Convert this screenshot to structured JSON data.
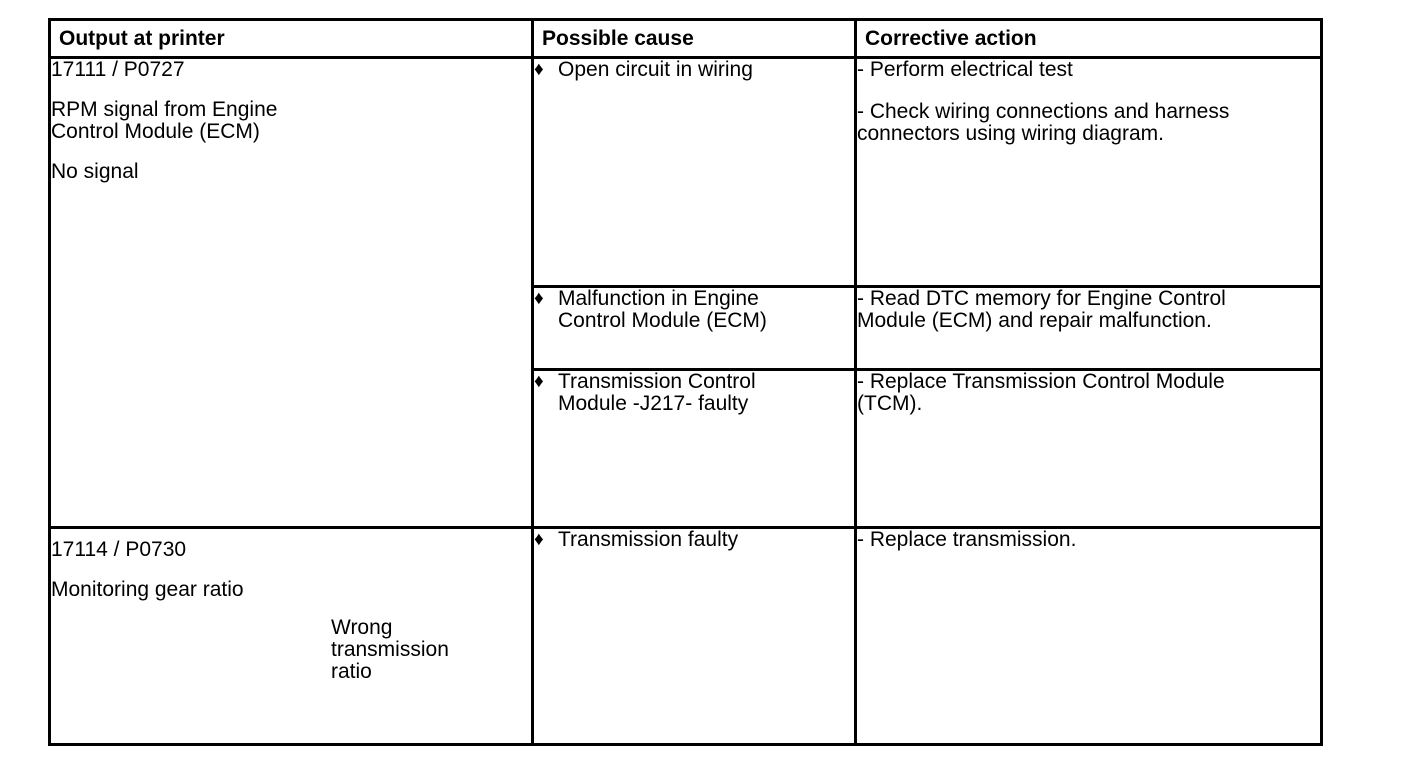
{
  "table": {
    "bullet_glyph": "♦",
    "headers": [
      "Output at printer",
      "Possible cause",
      "Corrective action"
    ],
    "rows": [
      {
        "code": "17111 / P0727",
        "description": "RPM signal from Engine\nControl Module (ECM)",
        "condition": "No signal",
        "causes": [
          {
            "cause": "Open circuit in wiring",
            "actions": [
              "- Perform electrical test",
              "- Check wiring connections and harness\nconnectors using wiring diagram."
            ]
          },
          {
            "cause": "Malfunction in Engine\nControl Module (ECM)",
            "actions": [
              "- Read DTC memory for Engine Control\nModule (ECM) and repair malfunction."
            ]
          },
          {
            "cause": "Transmission Control\nModule -J217- faulty",
            "actions": [
              "- Replace Transmission Control Module\n(TCM)."
            ]
          }
        ]
      },
      {
        "code": "17114 / P0730",
        "description": "Monitoring gear ratio",
        "condition": "Wrong\ntransmission\nratio",
        "causes": [
          {
            "cause": "Transmission faulty",
            "actions": [
              "- Replace transmission."
            ]
          }
        ]
      }
    ]
  }
}
